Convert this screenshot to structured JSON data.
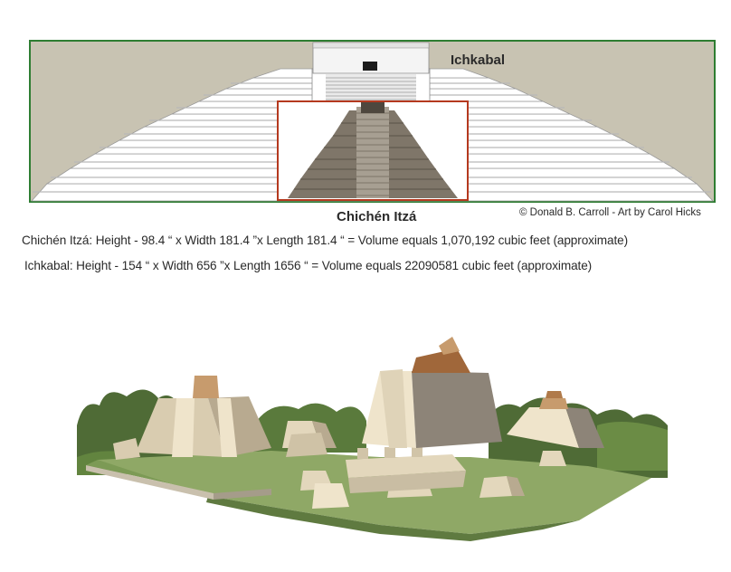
{
  "labels": {
    "ichkabal": "Ichkabal",
    "chichen": "Chichén Itzá"
  },
  "credit": "© Donald B. Carroll - Art by Carol Hicks",
  "dimensions": [
    "Chichén Itzá: Height - 98.4 “  x  Width 181.4 ”x  Length 181.4 “ =  Volume equals  1,070,192 cubic feet (approximate)",
    "Ichkabal: Height - 154 “  x  Width 656 ”x  Length 1656 “ =  Volume equals  22090581 cubic feet (approximate)"
  ],
  "colors": {
    "frame": "#2e7d32",
    "highlight_box": "#b5391f",
    "background_sky": "#c8c3b2",
    "steps": "#ffffff",
    "stone": "#8d8478",
    "grass": "#8fa866",
    "foliage": "#4f6b36",
    "roof": "#a0673a"
  }
}
